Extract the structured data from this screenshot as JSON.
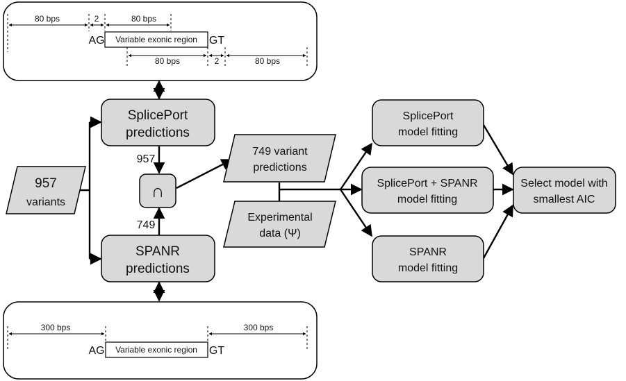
{
  "top_panel": {
    "left_span": "80 bps",
    "ag_gap": "2",
    "exon_span_top": "80 bps",
    "acceptor": "AG",
    "exon_label": "Variable exonic region",
    "donor": "GT",
    "exon_span_bottom": "80 bps",
    "gt_gap": "2",
    "right_span": "80 bps"
  },
  "bottom_panel": {
    "left_span": "300 bps",
    "right_span": "300 bps",
    "acceptor": "AG",
    "exon_label": "Variable exonic region",
    "donor": "GT"
  },
  "nodes": {
    "variants": [
      "957",
      "variants"
    ],
    "spliceport_pred": [
      "SplicePort",
      "predictions"
    ],
    "spanr_pred": [
      "SPANR",
      "predictions"
    ],
    "intersection": "∩",
    "variant_preds": [
      "749 variant",
      "predictions"
    ],
    "experimental": [
      "Experimental",
      "data (Ψ)"
    ],
    "fit_spliceport": [
      "SplicePort",
      "model fitting"
    ],
    "fit_both": [
      "SplicePort + SPANR",
      "model fitting"
    ],
    "fit_spanr": [
      "SPANR",
      "model fitting"
    ],
    "select": [
      "Select model with",
      "smallest AIC"
    ]
  },
  "edge_labels": {
    "spliceport_count": "957",
    "spanr_count": "749"
  }
}
